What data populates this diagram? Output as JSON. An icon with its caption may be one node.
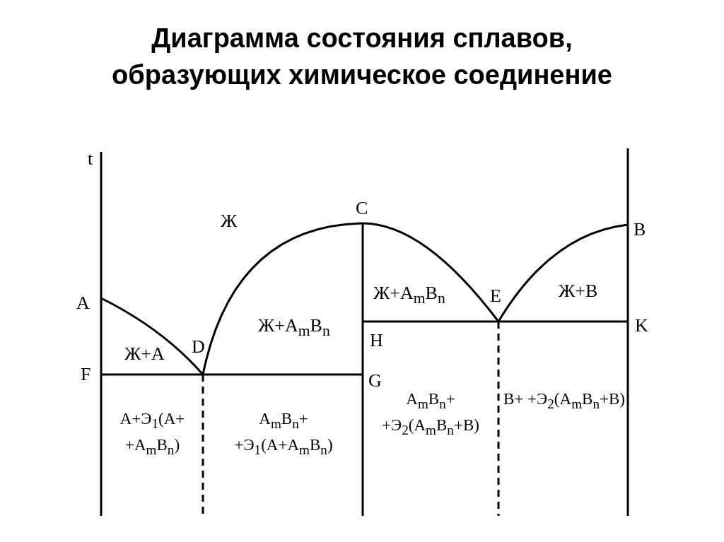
{
  "diagram": {
    "title": "Диаграмма состояния сплавов, образующих химическое соединение",
    "labels": [
      "t",
      "C",
      "Ж",
      "B",
      "Ж+A$_{m}$B$_{n}$",
      "Ж+B",
      "A",
      "E",
      "Ж+A$_{m}$B$_{n}$",
      "K",
      "H",
      "Ж+A",
      "D",
      "F",
      "G",
      "A+Э$_{1}$(A+ +A$_{m}$B$_{n}$)",
      "A$_{m}$B$_{n}$+ +Э$_{1}$(A+A$_{m}$B$_{n}$)",
      "A$_{m}$B$_{n}$+ +Э$_{2}$(A$_{m}$B$_{n}$+B)",
      "B+ +Э$_{2}$(A$_{m}$B$_{n}$+B)"
    ]
  }
}
